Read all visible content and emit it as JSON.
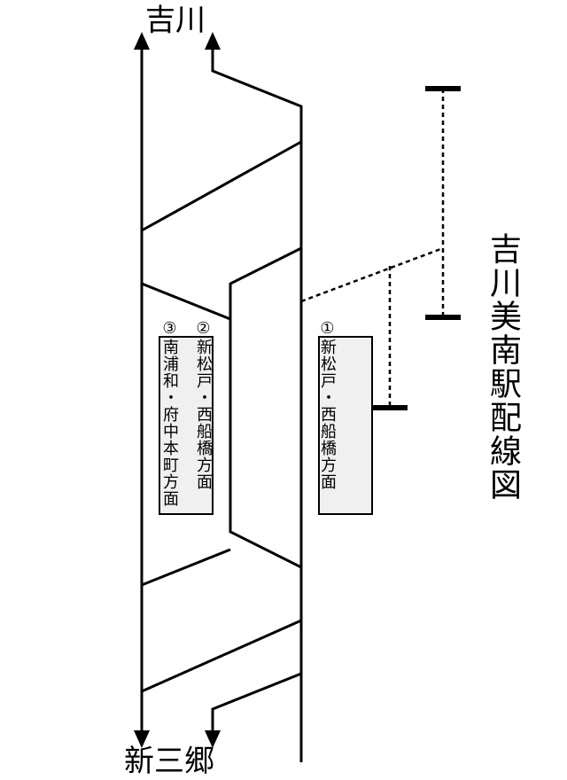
{
  "colors": {
    "line": "#000000",
    "platform_fill": "#f0f0f0",
    "background": "#ffffff"
  },
  "diagram": {
    "title": "吉川美南駅配線図",
    "direction_north": "吉川",
    "direction_south": "新三郷",
    "platforms": [
      {
        "number": "①",
        "destination": "新松戸・西船橋方面"
      },
      {
        "number": "②",
        "destination": "新松戸・西船橋方面"
      },
      {
        "number": "③",
        "destination": "南浦和・府中本町方面"
      }
    ]
  }
}
